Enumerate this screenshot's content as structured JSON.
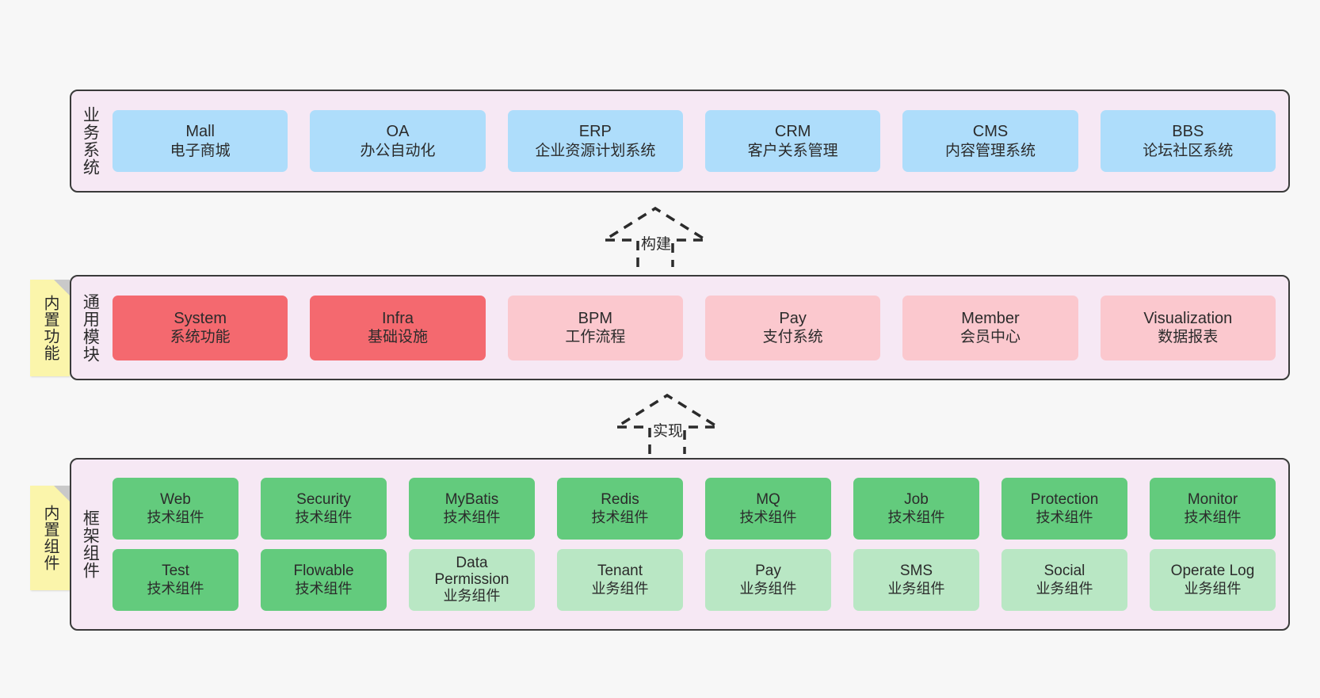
{
  "diagram": {
    "background": "#f7f7f7",
    "panel_bg": "#f6e8f4",
    "panel_border": "#3a3a3a",
    "sticky_bg": "#fbf5ab"
  },
  "layers": [
    {
      "key": "business",
      "title": "业务系统",
      "rows": [
        [
          {
            "en": "Mall",
            "cn": "电子商城",
            "color": "#aeddfb"
          },
          {
            "en": "OA",
            "cn": "办公自动化",
            "color": "#aeddfb"
          },
          {
            "en": "ERP",
            "cn": "企业资源计划系统",
            "color": "#aeddfb"
          },
          {
            "en": "CRM",
            "cn": "客户关系管理",
            "color": "#aeddfb"
          },
          {
            "en": "CMS",
            "cn": "内容管理系统",
            "color": "#aeddfb"
          },
          {
            "en": "BBS",
            "cn": "论坛社区系统",
            "color": "#aeddfb"
          }
        ]
      ]
    },
    {
      "key": "module",
      "title": "通用模块",
      "sticky": "内置功能",
      "rows": [
        [
          {
            "en": "System",
            "cn": "系统功能",
            "color": "#f4696f"
          },
          {
            "en": "Infra",
            "cn": "基础设施",
            "color": "#f4696f"
          },
          {
            "en": "BPM",
            "cn": "工作流程",
            "color": "#fbc8ce"
          },
          {
            "en": "Pay",
            "cn": "支付系统",
            "color": "#fbc8ce"
          },
          {
            "en": "Member",
            "cn": "会员中心",
            "color": "#fbc8ce"
          },
          {
            "en": "Visualization",
            "cn": "数据报表",
            "color": "#fbc8ce"
          }
        ]
      ]
    },
    {
      "key": "framework",
      "title": "框架组件",
      "sticky": "内置组件",
      "rows": [
        [
          {
            "en": "Web",
            "cn": "技术组件",
            "color": "#63cb7d"
          },
          {
            "en": "Security",
            "cn": "技术组件",
            "color": "#63cb7d"
          },
          {
            "en": "MyBatis",
            "cn": "技术组件",
            "color": "#63cb7d"
          },
          {
            "en": "Redis",
            "cn": "技术组件",
            "color": "#63cb7d"
          },
          {
            "en": "MQ",
            "cn": "技术组件",
            "color": "#63cb7d"
          },
          {
            "en": "Job",
            "cn": "技术组件",
            "color": "#63cb7d"
          },
          {
            "en": "Protection",
            "cn": "技术组件",
            "color": "#63cb7d"
          },
          {
            "en": "Monitor",
            "cn": "技术组件",
            "color": "#63cb7d"
          }
        ],
        [
          {
            "en": "Test",
            "cn": "技术组件",
            "color": "#63cb7d"
          },
          {
            "en": "Flowable",
            "cn": "技术组件",
            "color": "#63cb7d"
          },
          {
            "en": "Data Permission",
            "cn": "业务组件",
            "color": "#b9e7c4"
          },
          {
            "en": "Tenant",
            "cn": "业务组件",
            "color": "#b9e7c4"
          },
          {
            "en": "Pay",
            "cn": "业务组件",
            "color": "#b9e7c4"
          },
          {
            "en": "SMS",
            "cn": "业务组件",
            "color": "#b9e7c4"
          },
          {
            "en": "Social",
            "cn": "业务组件",
            "color": "#b9e7c4"
          },
          {
            "en": "Operate Log",
            "cn": "业务组件",
            "color": "#b9e7c4"
          }
        ]
      ]
    }
  ],
  "connectors": [
    {
      "key": "build",
      "label": "构建",
      "style": "dashed-hollow-arrow-up"
    },
    {
      "key": "implement",
      "label": "实现",
      "style": "dashed-hollow-arrow-up"
    }
  ]
}
